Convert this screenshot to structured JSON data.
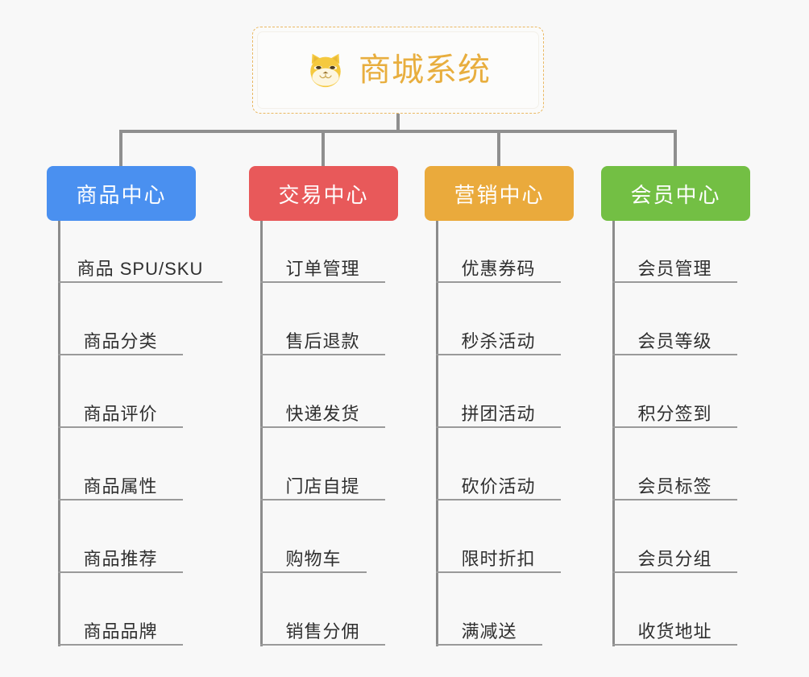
{
  "page": {
    "background_color": "#f8f8f8",
    "connector_color": "#8f8f8f"
  },
  "root": {
    "title": "商城系统",
    "icon": "shiba-inu-icon",
    "title_color": "#e8ae3e",
    "border_color": "#eab862"
  },
  "columns": [
    {
      "header": "商品中心",
      "color": "#4a90f0",
      "items": [
        "商品 SPU/SKU",
        "商品分类",
        "商品评价",
        "商品属性",
        "商品推荐",
        "商品品牌"
      ]
    },
    {
      "header": "交易中心",
      "color": "#e8595a",
      "items": [
        "订单管理",
        "售后退款",
        "快递发货",
        "门店自提",
        "购物车",
        "销售分佣"
      ]
    },
    {
      "header": "营销中心",
      "color": "#eaaa3c",
      "items": [
        "优惠券码",
        "秒杀活动",
        "拼团活动",
        "砍价活动",
        "限时折扣",
        "满减送"
      ]
    },
    {
      "header": "会员中心",
      "color": "#73bf44",
      "items": [
        "会员管理",
        "会员等级",
        "积分签到",
        "会员标签",
        "会员分组",
        "收货地址"
      ]
    }
  ]
}
